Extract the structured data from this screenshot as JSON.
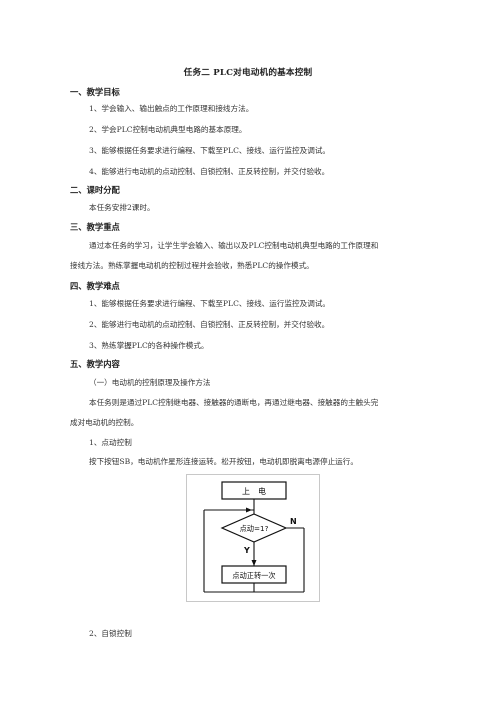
{
  "doc": {
    "title": "任务二 PLC对电动机的基本控制",
    "s1": {
      "heading": "一、教学目标",
      "items": [
        "1、学会输入、输出触点的工作原理和接线方法。",
        "2、学会PLC控制电动机典型电路的基本原理。",
        "3、能够根据任务要求进行编程、下载至PLC、接线、运行监控及调试。",
        "4、能够进行电动机的点动控制、自锁控制、正反转控制，并交付验收。"
      ]
    },
    "s2": {
      "heading": "二、课时分配",
      "text": "本任务安排2课时。"
    },
    "s3": {
      "heading": "三、教学重点",
      "line1": "通过本任务的学习，让学生学会输入、输出以及PLC控制电动机典型电路的工作原理和",
      "line2": "接线方法。熟练掌握电动机的控制过程并会验收，熟悉PLC的操作模式。"
    },
    "s4": {
      "heading": "四、教学难点",
      "items": [
        "1、能够根据任务要求进行编程、下载至PLC、接线、运行监控及调试。",
        "2、能够进行电动机的点动控制、自锁控制、正反转控制，并交付验收。",
        "3、熟练掌握PLC的各种操作模式。"
      ]
    },
    "s5": {
      "heading": "五、教学内容",
      "sub1": "（一）电动机的控制原理及操作方法",
      "line1": "本任务则是通过PLC控制继电器、接触器的通断电，再通过继电器、接触器的主触头完",
      "line2": "成对电动机的控制。",
      "item1": "1、点动控制",
      "item1_text": "按下按钮SB，电动机作星形连接运转。松开按钮，电动机即脱离电源停止运行。",
      "item2": "2、自锁控制"
    },
    "flowchart": {
      "start": "上　电",
      "decision": "点动=1?",
      "yes": "Y",
      "no": "N",
      "process": "点动正转一次"
    }
  }
}
